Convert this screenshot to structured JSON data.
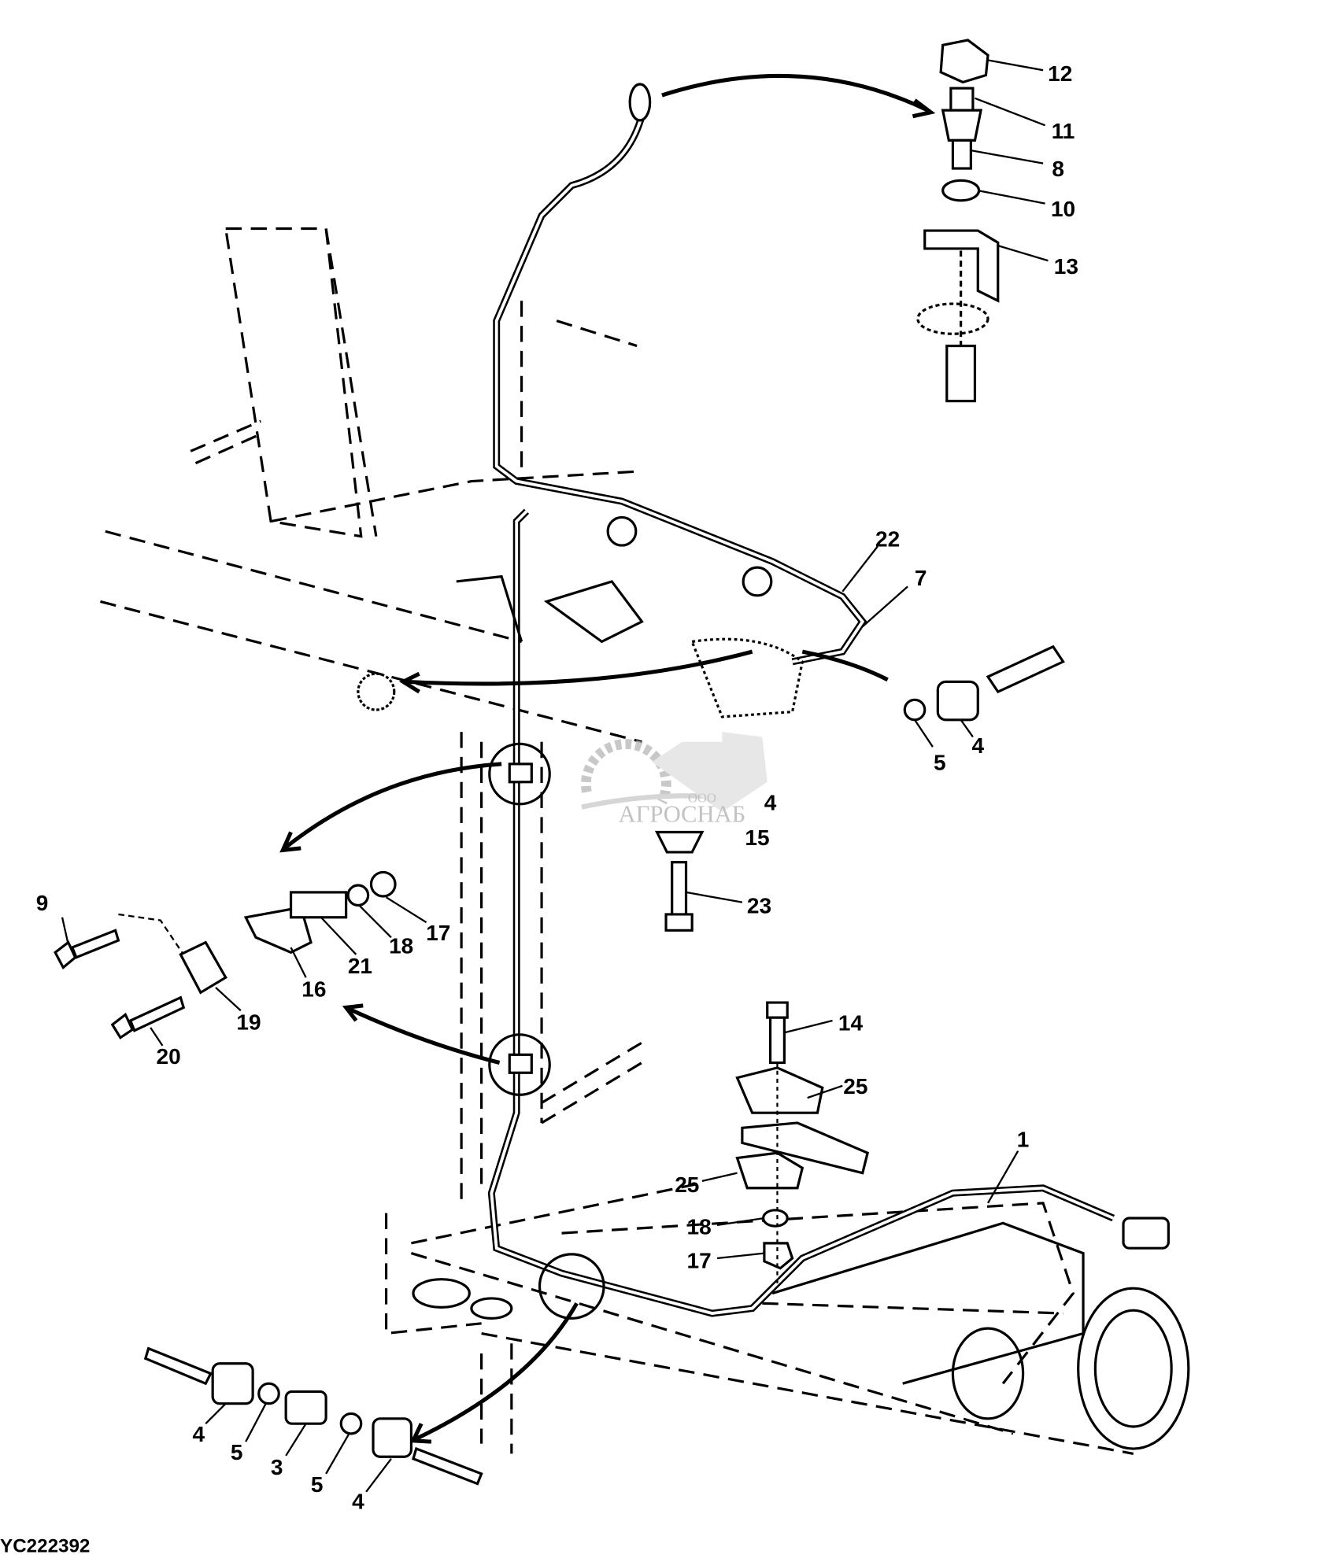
{
  "figure_id": "YC222392",
  "watermark": {
    "prefix": "ООО",
    "name": "АГРОСНАБ"
  },
  "callouts": {
    "c12": "12",
    "c11": "11",
    "c8": "8",
    "c10": "10",
    "c13": "13",
    "c22": "22",
    "c7": "7",
    "c5a": "5",
    "c4a": "4",
    "c9": "9",
    "c17a": "17",
    "c18a": "18",
    "c21": "21",
    "c16": "16",
    "c19": "19",
    "c20": "20",
    "c23": "23",
    "c15": "15",
    "c4hidden": "4",
    "c14": "14",
    "c25a": "25",
    "c1": "1",
    "c25b": "25",
    "c18b": "18",
    "c17b": "17",
    "c4b": "4",
    "c5b": "5",
    "c3": "3",
    "c5c": "5",
    "c4c": "4"
  }
}
